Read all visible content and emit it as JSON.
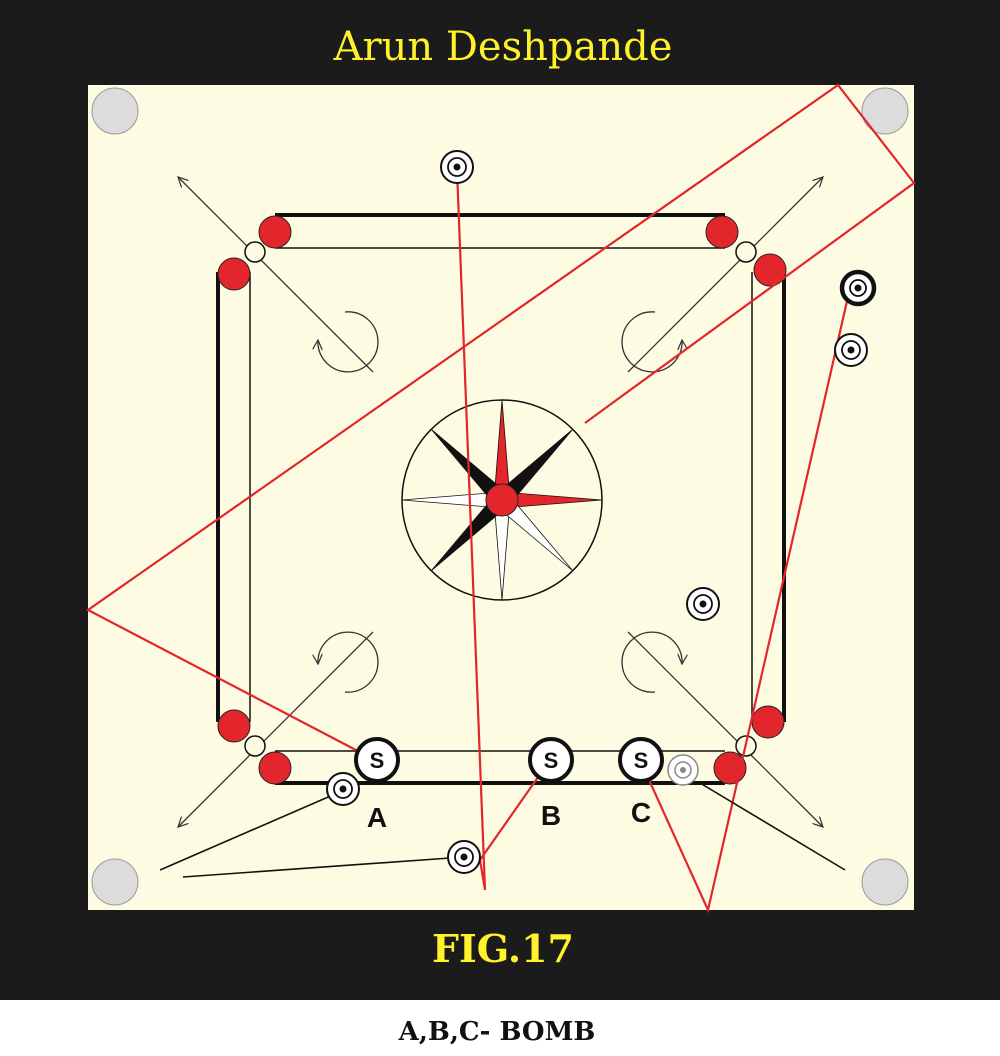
{
  "header": {
    "author": "Arun Deshpande"
  },
  "figure": {
    "label": "FIG.17"
  },
  "caption": {
    "text": "A,B,C- BOMB"
  },
  "strikers": [
    {
      "glyph": "S",
      "label": "A"
    },
    {
      "glyph": "S",
      "label": "B"
    },
    {
      "glyph": "S",
      "label": "C"
    }
  ],
  "colors": {
    "frame": "#1b1b1b",
    "board": "#fdfbe1",
    "accent_red": "#e3262b",
    "title_yellow": "#fff22a",
    "pocket": "#dcdcdc"
  }
}
